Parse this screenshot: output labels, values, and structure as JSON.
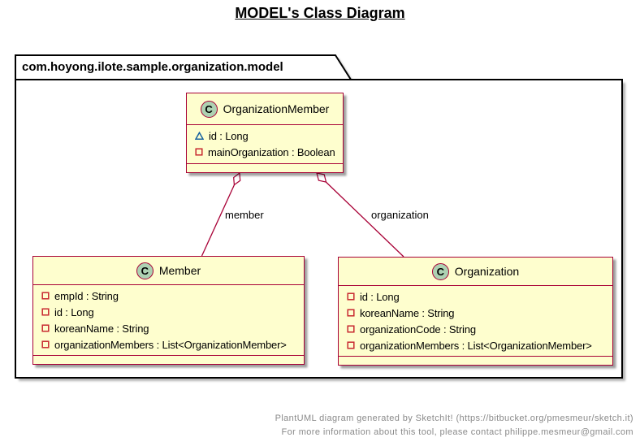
{
  "title": "MODEL's Class Diagram",
  "package": {
    "name": "com.hoyong.ilote.sample.organization.model"
  },
  "classes": {
    "organizationMember": {
      "stereotype": "C",
      "name": "OrganizationMember",
      "attributes": [
        {
          "visibility": "package",
          "text": "id : Long"
        },
        {
          "visibility": "private",
          "text": "mainOrganization : Boolean"
        }
      ]
    },
    "member": {
      "stereotype": "C",
      "name": "Member",
      "attributes": [
        {
          "visibility": "private",
          "text": "empId : String"
        },
        {
          "visibility": "private",
          "text": "id : Long"
        },
        {
          "visibility": "private",
          "text": "koreanName : String"
        },
        {
          "visibility": "private",
          "text": "organizationMembers : List<OrganizationMember>"
        }
      ]
    },
    "organization": {
      "stereotype": "C",
      "name": "Organization",
      "attributes": [
        {
          "visibility": "private",
          "text": "id : Long"
        },
        {
          "visibility": "private",
          "text": "koreanName : String"
        },
        {
          "visibility": "private",
          "text": "organizationCode : String"
        },
        {
          "visibility": "private",
          "text": "organizationMembers : List<OrganizationMember>"
        }
      ]
    }
  },
  "edges": [
    {
      "from": "OrganizationMember",
      "to": "Member",
      "kind": "aggregation",
      "label": "member"
    },
    {
      "from": "OrganizationMember",
      "to": "Organization",
      "kind": "aggregation",
      "label": "organization"
    }
  ],
  "footer": {
    "line1": "PlantUML diagram generated by SketchIt! (https://bitbucket.org/pmesmeur/sketch.it)",
    "line2": "For more information about this tool, please contact philippe.mesmeur@gmail.com"
  },
  "colors": {
    "class_fill": "#FEFECE",
    "class_border": "#A80036",
    "edge_line": "#A80036",
    "stereotype_circle_fill": "#ADD1B2",
    "private_icon": "#C82930",
    "package_icon": "#1963A0",
    "package_border": "#000000",
    "footer_text": "#8a8a8a"
  }
}
